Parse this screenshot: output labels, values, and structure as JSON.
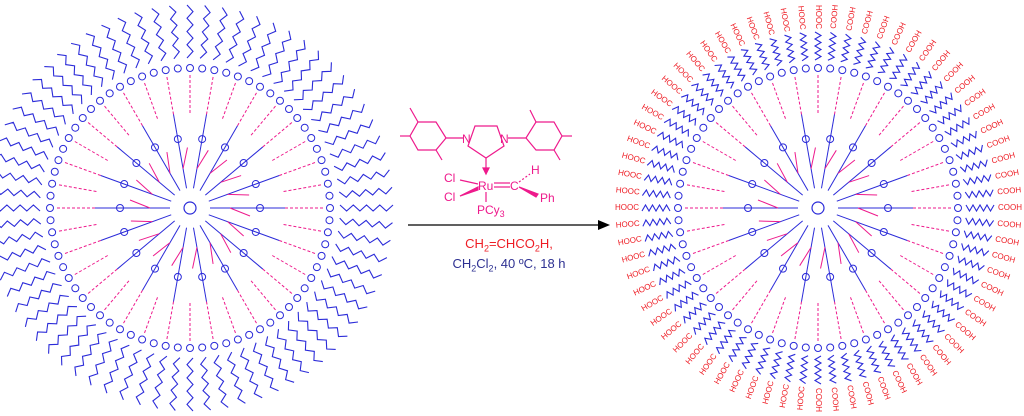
{
  "colors": {
    "chain": "#2b2bd9",
    "core": "#ee1a8c",
    "acid": "#ee1c24",
    "conditions_dark": "#2e3192",
    "arrow": "#000000"
  },
  "catalyst": {
    "n_left": "N",
    "n_right": "N",
    "cl_top": "Cl",
    "cl_bottom": "Cl",
    "metal": "Ru",
    "carbene_c": "C",
    "h": "H",
    "ph": "Ph",
    "phosphine": "PCy",
    "phosphine_sub": "3"
  },
  "conditions": {
    "reagent": [
      "CH",
      "2",
      "=CHCO",
      "2",
      "H,"
    ],
    "solvent": [
      "CH",
      "2",
      "Cl",
      "2",
      ", 40 ºC, 18 h"
    ]
  },
  "product_labels": {
    "left_side": "HOOC",
    "right_side": "COOH"
  }
}
